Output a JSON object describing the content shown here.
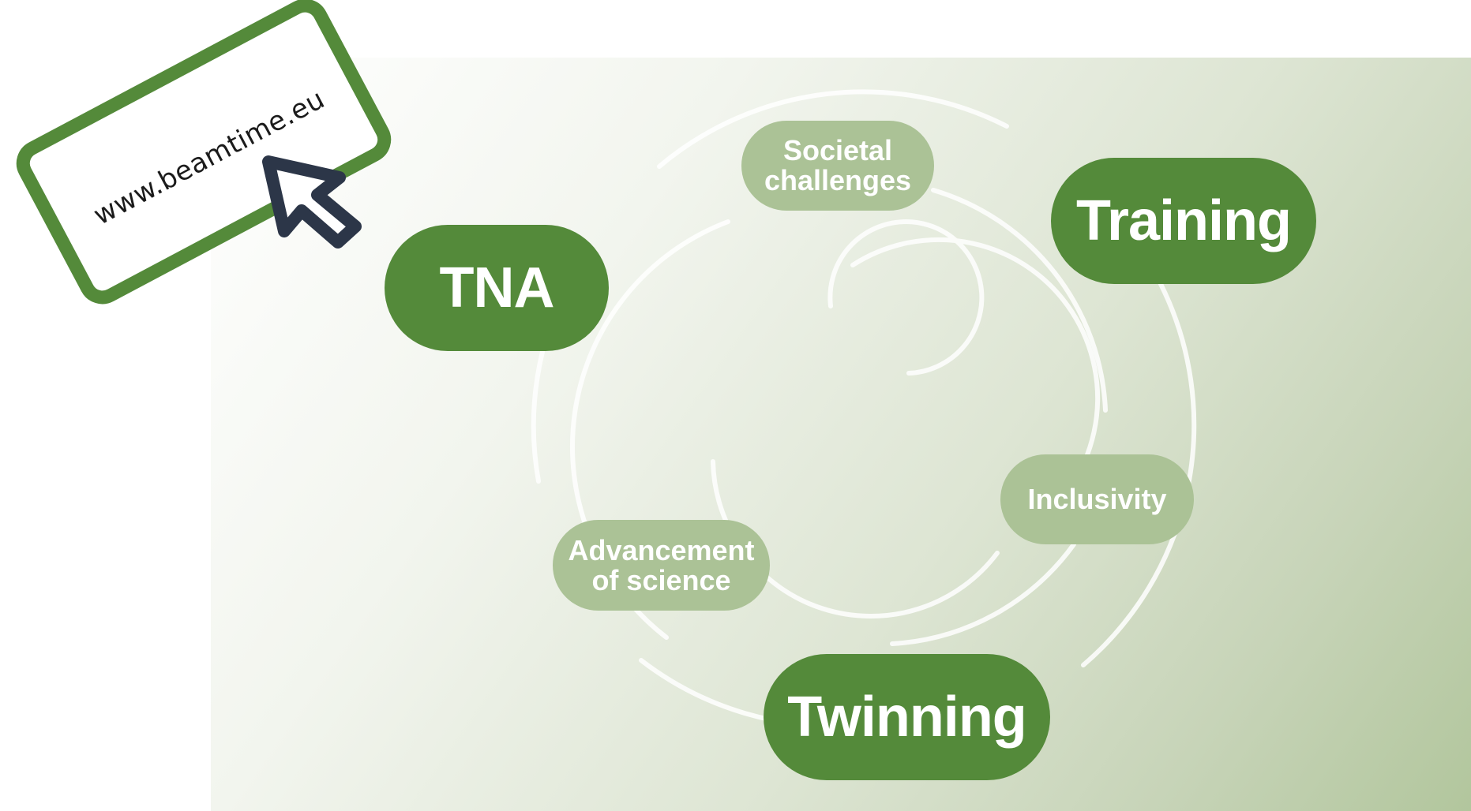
{
  "logo": {
    "url_text": "www.beamtime.eu",
    "frame_color": "#548a3a",
    "cursor_color": "#2c3648",
    "icon": "pointer-arrow-icon"
  },
  "diagram": {
    "major_nodes": [
      {
        "label": "TNA"
      },
      {
        "label": "Training"
      },
      {
        "label": "Twinning"
      }
    ],
    "minor_nodes": [
      {
        "lines": [
          "Societal",
          "challenges"
        ]
      },
      {
        "lines": [
          "Inclusivity"
        ]
      },
      {
        "lines": [
          "Advancement",
          "of science"
        ]
      }
    ],
    "colors": {
      "major": "#548a3a",
      "minor": "#abc296",
      "rings": "#ffffff"
    }
  }
}
